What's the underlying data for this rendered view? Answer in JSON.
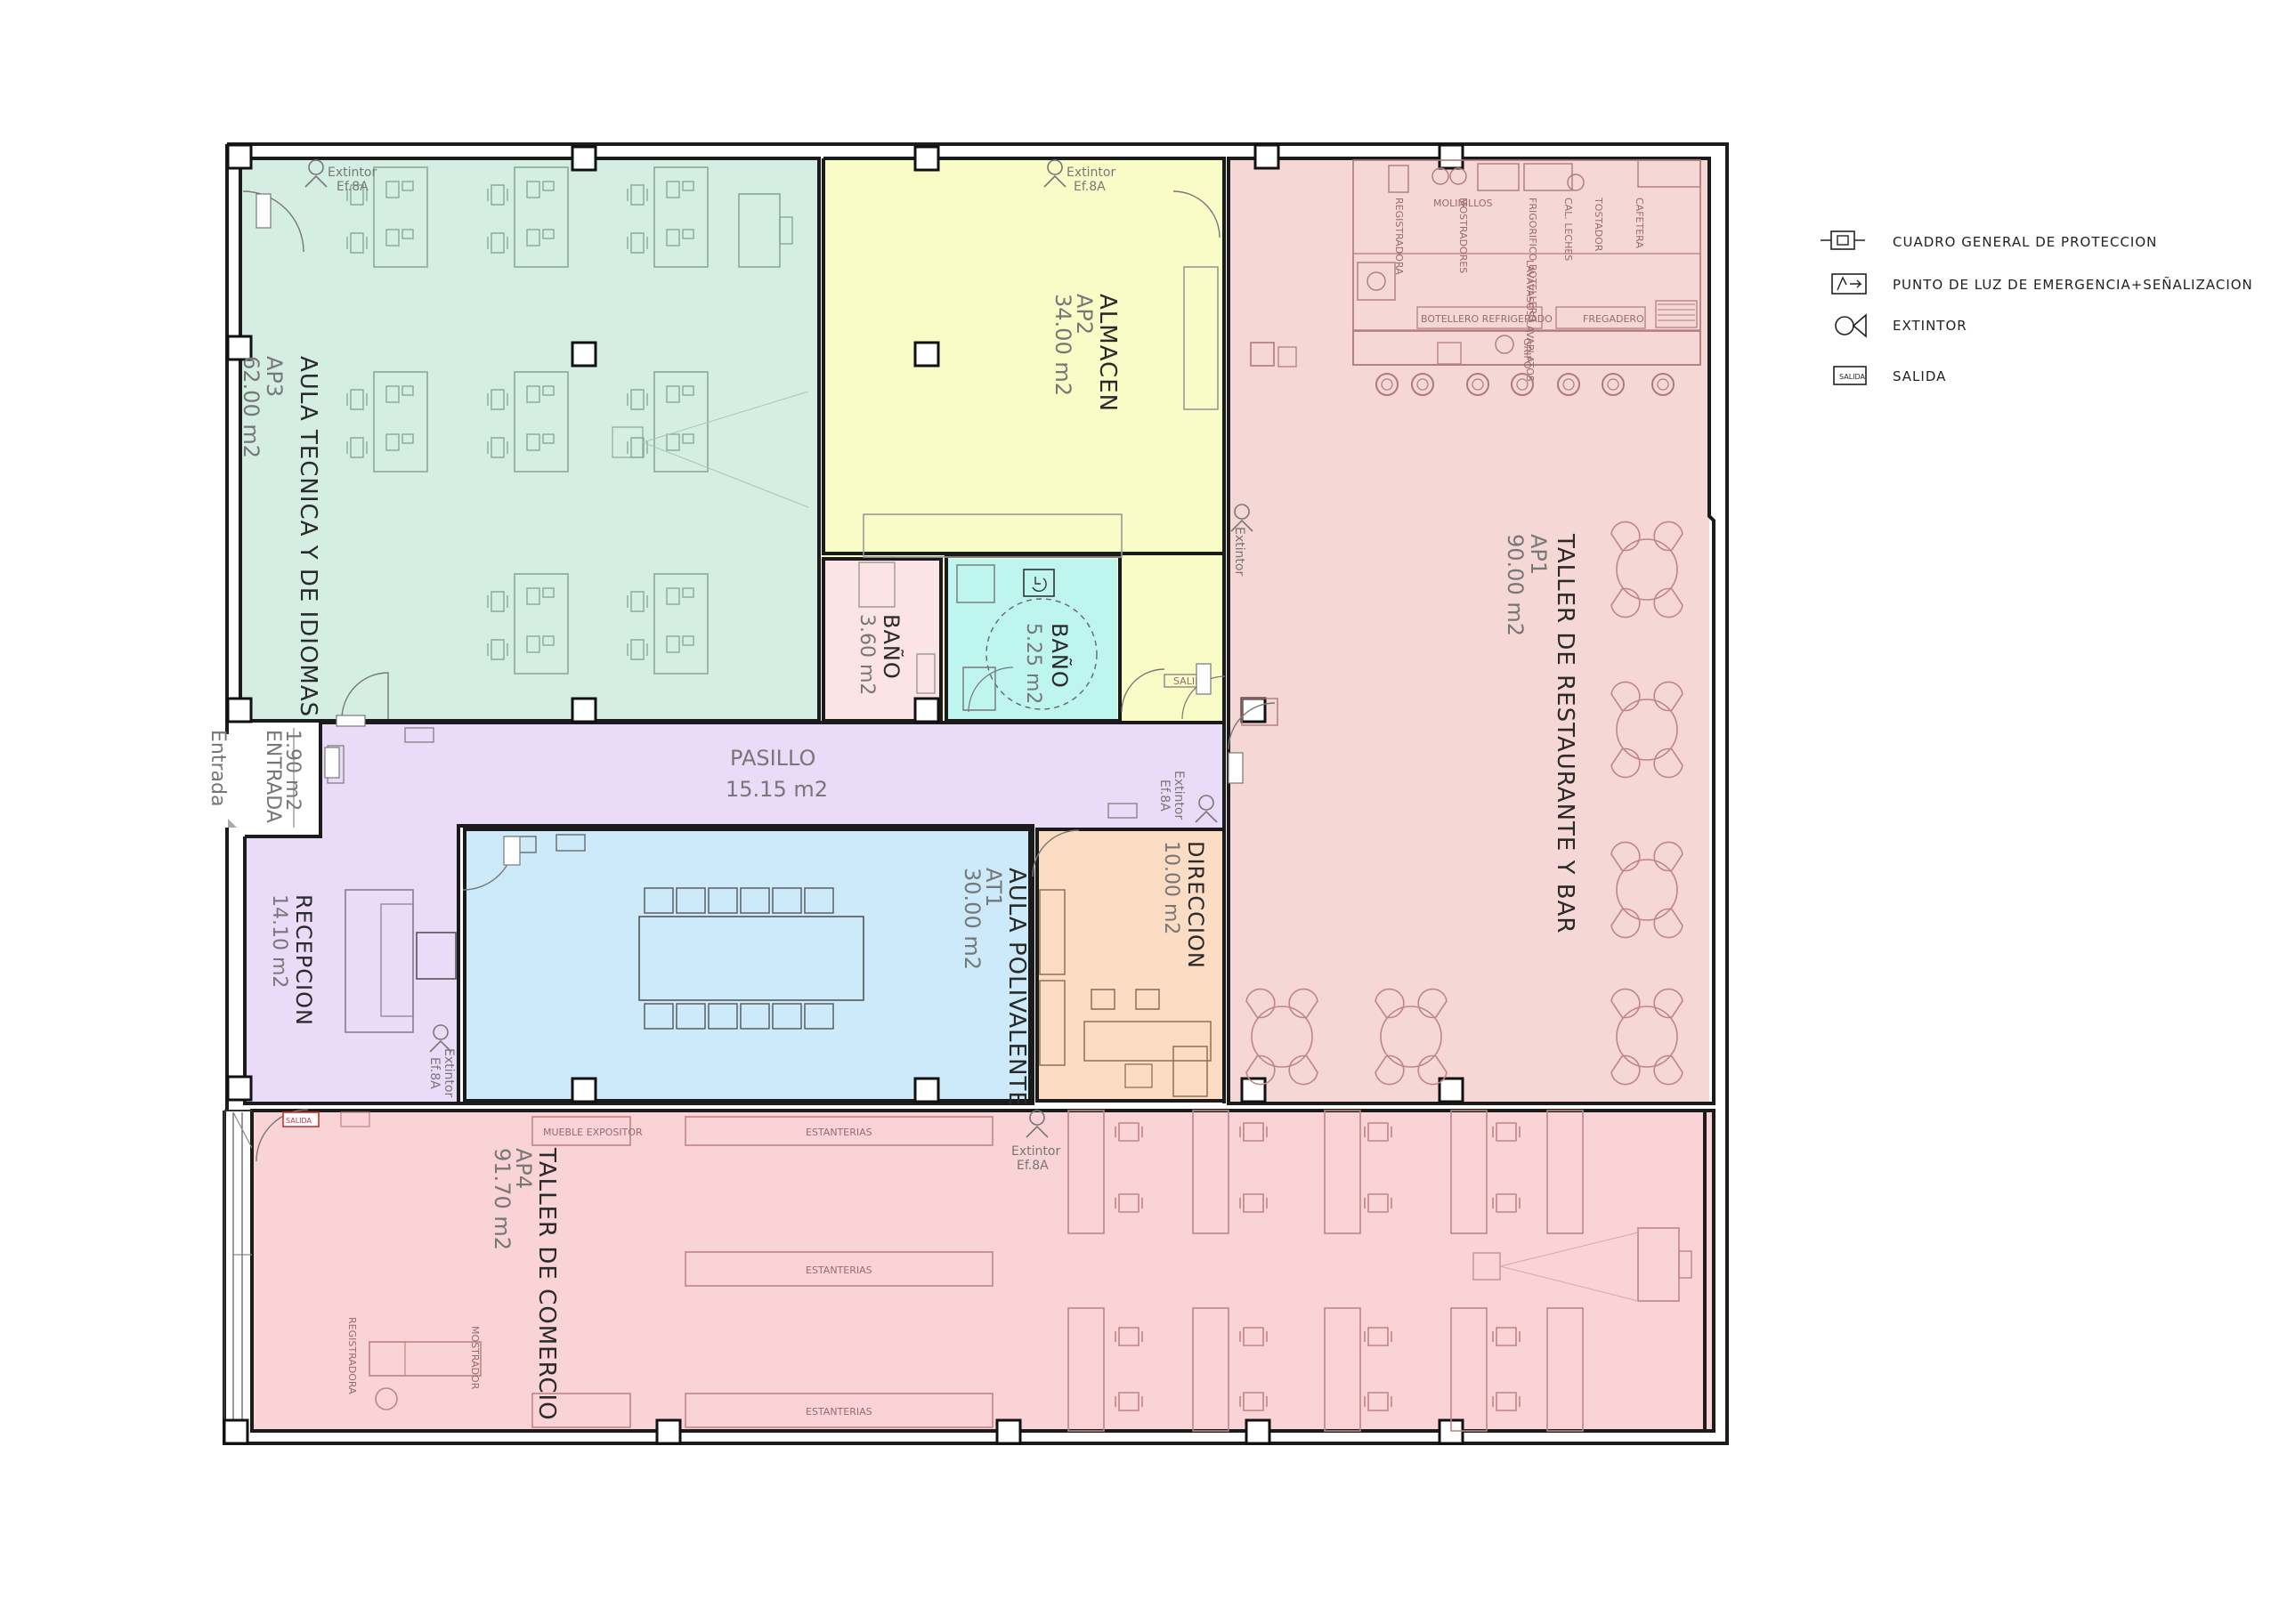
{
  "rooms": {
    "ap3": {
      "code": "AP3",
      "name": "AULA TECNICA Y DE IDIOMAS",
      "area": "62.00 m2",
      "color": "#d5eee3"
    },
    "ap2": {
      "code": "AP2",
      "name": "ALMACEN",
      "area": "34.00 m2",
      "color": "#fafcc8"
    },
    "ap1": {
      "code": "AP1",
      "name": "TALLER DE RESTAURANTE Y BAR",
      "area": "90.00 m2",
      "color": "#f5d7d5"
    },
    "bano1": {
      "name": "BAÑO",
      "area": "3.60 m2",
      "color": "#fbe3e6"
    },
    "bano2": {
      "name": "BAÑO",
      "area": "5.25 m2",
      "color": "#bff5ef"
    },
    "pasillo": {
      "name": "PASILLO",
      "area": "15.15 m2",
      "color": "#eadcf8"
    },
    "entrada": {
      "name": "ENTRADA",
      "area": "1.90 m2"
    },
    "recepcion": {
      "name": "RECEPCION",
      "area": "14.10 m2",
      "color": "#e6d5f5"
    },
    "at1": {
      "code": "AT1",
      "name": "AULA POLIVALENTE",
      "area": "30.00 m2",
      "color": "#cdeafa"
    },
    "direccion": {
      "name": "DIRECCION",
      "area": "10.00 m2",
      "color": "#fcdcc3"
    },
    "ap4": {
      "code": "AP4",
      "name": "TALLER DE COMERCIO",
      "area": "91.70 m2",
      "color": "#f9d3d6"
    }
  },
  "entrada_label": "Entrada",
  "extintor": {
    "line1": "Extintor",
    "line2": "Ef.8A",
    "single": "Extintor"
  },
  "salida": "SALIDA",
  "furniture": {
    "estanterias": "ESTANTERIAS",
    "mueble_expositor": "MUEBLE EXPOSITOR",
    "registradora": "REGISTRADORA",
    "mostrador": "MOSTRADOR",
    "molinillos": "MOLINILLOS",
    "registradora_bar": "REGISTRADORA",
    "mostradores": "MOSTRADORES",
    "frigorifico": "FRIGORIFICO BOTELLERO",
    "cal_leches": "CAL. LECHES",
    "tostador": "TOSTADOR",
    "cafetera": "CAFETERA",
    "lavavasos": "LAVAVASOS LAVAPLATOS",
    "botellero": "BOTELLERO REFRIGERADO",
    "fregadero": "FREGADERO",
    "grifo": "GRIFO"
  },
  "legend": [
    {
      "icon": "panel-icon",
      "label": "CUADRO GENERAL DE PROTECCION"
    },
    {
      "icon": "emergency-light-icon",
      "label": "PUNTO DE LUZ DE EMERGENCIA+SEÑALIZACION"
    },
    {
      "icon": "extinguisher-icon",
      "label": "EXTINTOR"
    },
    {
      "icon": "exit-sign-icon",
      "label": "SALIDA"
    }
  ]
}
